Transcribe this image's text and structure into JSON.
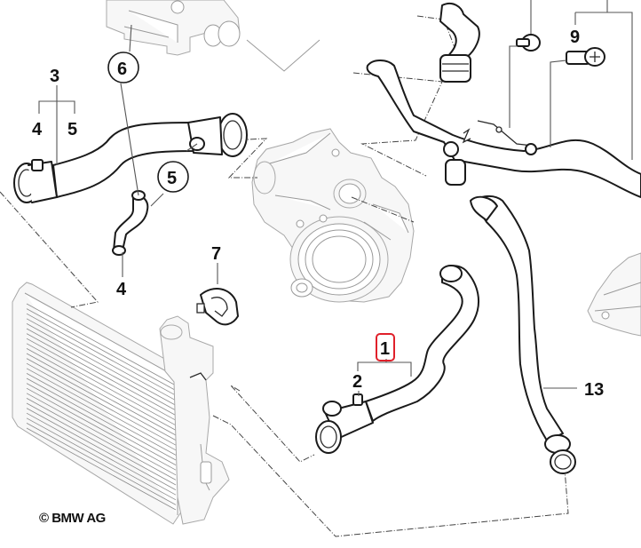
{
  "diagram": {
    "title": "Cooling system water hoses",
    "highlight_color": "#e0202a",
    "copyright": "© BMW AG",
    "callouts": {
      "c1": "1",
      "c2": "2",
      "c3": "3",
      "c3_sub4": "4",
      "c3_sub5": "5",
      "c4": "4",
      "c5": "5",
      "c6": "6",
      "c7": "7",
      "c9": "9",
      "c13": "13"
    },
    "selected_part": "1",
    "components": [
      "radiator",
      "expansion-tank",
      "water-pump",
      "thermostat-housing",
      "upper-hose",
      "lower-hose",
      "bleed-hose",
      "hose-clamp",
      "bracket",
      "screws"
    ]
  }
}
